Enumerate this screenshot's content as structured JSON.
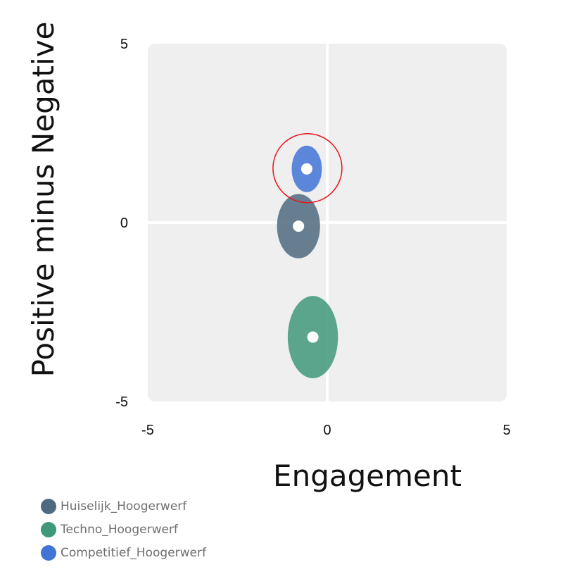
{
  "chart_data": {
    "type": "scatter",
    "xlabel": "Engagement",
    "ylabel": "Positive minus Negative",
    "xlim": [
      -5,
      5
    ],
    "ylim": [
      -5,
      5
    ],
    "xticks": [
      "-5",
      "0",
      "5"
    ],
    "yticks": [
      "5",
      "0",
      "-5"
    ],
    "legend_position": "bottom-left",
    "series": [
      {
        "name": "Huiselijk_Hoogerwerf",
        "color": "#4f6a80",
        "x": -0.8,
        "y": -0.1,
        "sd_x": 0.6,
        "sd_y": 0.9
      },
      {
        "name": "Techno_Hoogerwerf",
        "color": "#3f987a",
        "x": -0.4,
        "y": -3.2,
        "sd_x": 0.7,
        "sd_y": 1.15
      },
      {
        "name": "Competitief_Hoogerwerf",
        "color": "#4273d6",
        "x": -0.57,
        "y": 1.5,
        "sd_x": 0.42,
        "sd_y": 0.65,
        "highlighted": true
      }
    ],
    "highlight_color": "#e8141c"
  }
}
